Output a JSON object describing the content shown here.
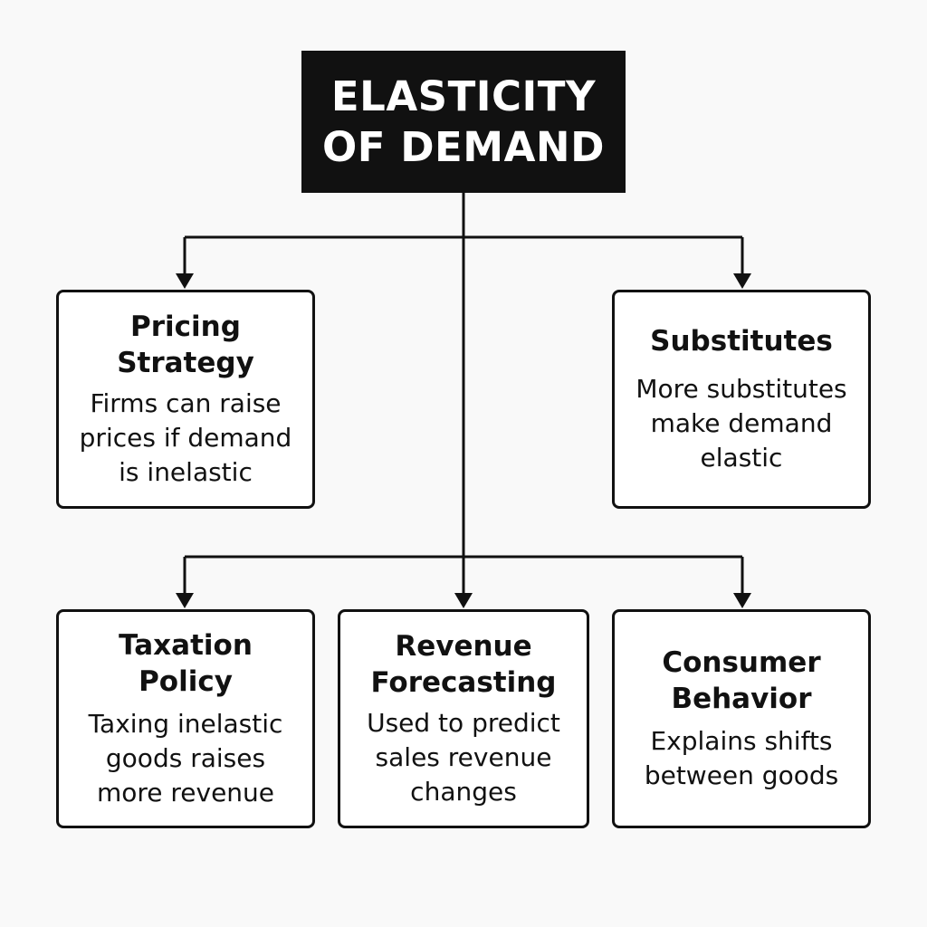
{
  "root": {
    "title_lines": [
      "ELASTICITY",
      "OF DEMAND"
    ]
  },
  "nodes": {
    "pricing": {
      "title_lines": [
        "Pricing",
        "Strategy"
      ],
      "desc_lines": [
        "Firms can raise",
        "prices if demand",
        "is inelastic"
      ]
    },
    "substitutes": {
      "title_lines": [
        "Substitutes"
      ],
      "desc_lines": [
        "More substitutes",
        "make demand",
        "elastic"
      ]
    },
    "taxation": {
      "title_lines": [
        "Taxation",
        "Policy"
      ],
      "desc_lines": [
        "Taxing inelastic",
        "goods raises",
        "more revenue"
      ]
    },
    "revenue": {
      "title_lines": [
        "Revenue",
        "Forecasting"
      ],
      "desc_lines": [
        "Used to predict",
        "sales revenue",
        "changes"
      ]
    },
    "consumer": {
      "title_lines": [
        "Consumer",
        "Behavior"
      ],
      "desc_lines": [
        "Explains shifts",
        "between goods"
      ]
    }
  },
  "colors": {
    "line": "#111111",
    "root_fill": "#111111",
    "root_text": "#ffffff",
    "node_fill": "#ffffff",
    "background": "#f9f9f9"
  }
}
